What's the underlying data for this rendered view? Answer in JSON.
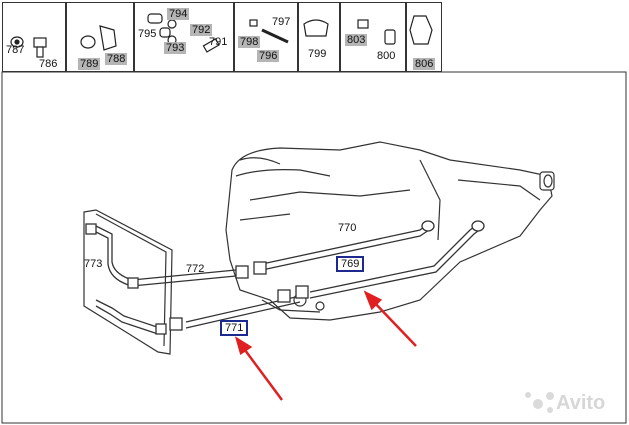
{
  "header_parts": {
    "p787": "787",
    "p786": "786",
    "p789": "789",
    "p788": "788",
    "p794": "794",
    "p795": "795",
    "p792": "792",
    "p793": "793",
    "p791": "791",
    "p798": "798",
    "p797": "797",
    "p796": "796",
    "p799": "799",
    "p803": "803",
    "p800": "800",
    "p806": "806"
  },
  "diagram_labels": {
    "l770": "770",
    "l772": "772",
    "l773": "773",
    "l769": "769",
    "l771": "771"
  },
  "highlight_colors": {
    "box_border": "#1b2a8c",
    "arrow": "#e02020",
    "gray_tag": "#b5b5b5"
  },
  "watermark": "Avito"
}
